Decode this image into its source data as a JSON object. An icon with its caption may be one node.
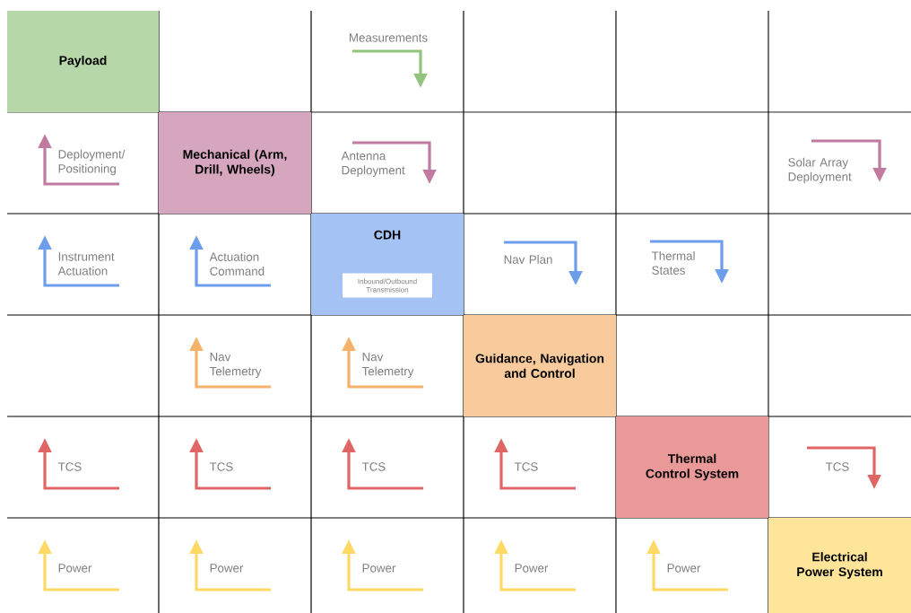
{
  "diagram": {
    "nodes": [
      {
        "text": [
          "Payload"
        ]
      },
      {
        "text": [
          "Mechanical (Arm, Drill, Wheels)"
        ]
      },
      {
        "text": [
          "CDH"
        ]
      },
      {
        "text": [
          "Inbound/Outbound Transmission"
        ],
        "in": 2
      },
      {
        "text": [
          "Guidance, Navigation and Control"
        ]
      },
      {
        "text": [
          "Thermal Control System"
        ]
      },
      {
        "text": [
          "Electrical Power System"
        ]
      }
    ],
    "labels": [
      "Measurements",
      "Deployment/ Positioning",
      "Antenna Deployment",
      "Solar Array Deployment",
      "Instrument Actuation",
      "Actuation Command",
      "Nav Plan",
      "Thermal States",
      "Nav Telemetry",
      "Nav Telemetry",
      "TCS",
      "TCS",
      "TCS",
      "TCS",
      "TCS",
      "Power",
      "Power",
      "Power",
      "Power",
      "Power"
    ]
  }
}
